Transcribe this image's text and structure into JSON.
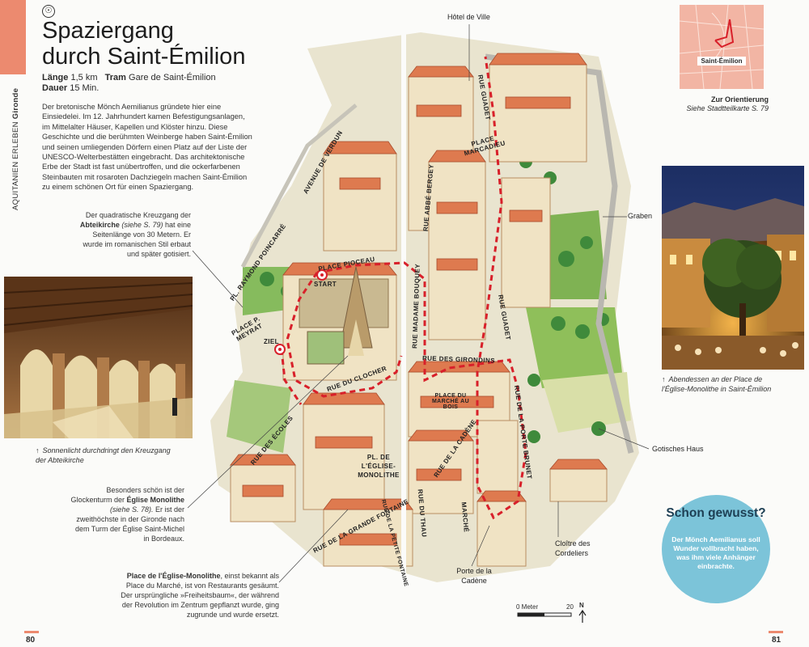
{
  "header": {
    "title_line1": "Spaziergang",
    "title_line2": "durch Saint-Émilion",
    "length_label": "Länge",
    "length_value": "1,5 km",
    "tram_label": "Tram",
    "tram_value": "Gare de Saint-Émilion",
    "duration_label": "Dauer",
    "duration_value": "15 Min."
  },
  "side_label": {
    "region": "AQUITANIEN ERLEBEN",
    "area": "Gironde"
  },
  "intro_text": "Der bretonische Mönch Aemilianus gründete hier eine Einsiedelei. Im 12. Jahrhundert kamen Befestigungsanlagen, im Mittelalter Häuser, Kapellen und Klöster hinzu. Diese Geschichte und die berühmten Weinberge haben Saint-Émilion und seinen umliegenden Dörfern einen Platz auf der Liste der UNESCO-Welterbestätten eingebracht. Das architektonische Erbe der Stadt ist fast unübertroffen, und die ockerfarbenen Steinbauten mit rosaroten Dachziegeln machen Saint-Émilion zu einem schönen Ort für einen Spaziergang.",
  "annotations": {
    "kreuzgang_pre": "Der quadratische Kreuzgang der",
    "kreuzgang_bold": "Abteikirche",
    "kreuzgang_ref": "(siehe S. 79)",
    "kreuzgang_post": "hat eine Seitenlänge von 30 Metern. Er wurde im romanischen Stil erbaut und später gotisiert.",
    "glocken_pre": "Besonders schön ist der Glockenturm der",
    "glocken_bold": "Église Monolithe",
    "glocken_ref": "(siehe S. 78).",
    "glocken_post": "Er ist der zweithöchste in der Gironde nach dem Turm der Église Saint-Michel in Bordeaux.",
    "place_bold": "Place de l'Église-Monolithe",
    "place_post": ", einst bekannt als Place du Marché, ist von Restaurants gesäumt. Der ursprüngliche »Freiheitsbaum«, der während der Revolution im Zentrum gepflanzt wurde, ging zugrunde und wurde ersetzt."
  },
  "captions": {
    "kreuzgang": "Sonnenlicht durchdringt den Kreuzgang der Abteikirche",
    "dinner": "Abendessen an der Place de l'Église-Monolithe in Saint-Émilion"
  },
  "map_labels": {
    "hotel_de_ville": "Hôtel de Ville",
    "graben": "Graben",
    "gotisches_haus": "Gotisches Haus",
    "cloitre": "Cloître des Cordeliers",
    "porte": "Porte de la Cadène",
    "rue_guadet_top": "RUE GUADET",
    "place_marcadieu": "PLACE MARCADIEU",
    "avenue_verdun": "AVENUE DE VERDUN",
    "rue_abbe_bergey": "RUE ABBÉ BERGEY",
    "pl_raymond": "PL. RAYMOND POINCARRÉ",
    "place_pioceau": "PLACE PIOCEAU",
    "start": "START",
    "place_meyrat": "PLACE P. MEYRAT",
    "ziel": "ZIEL",
    "rue_madame": "RUE MADAME BOUQUEY",
    "rue_guadet_mid": "RUE GUADET",
    "rue_girondins": "RUE DES GIRONDINS",
    "rue_clocher": "RUE DU CLOCHER",
    "place_marche": "PLACE DU MARCHÉ AU BOIS",
    "rue_ecoles": "RUE DES ÉCOLES",
    "rue_cadene": "RUE DE LA CADÈNE",
    "rue_porte_brunet": "RUE DE LA PORTE BRUNET",
    "pl_eglise": "PL. DE L'ÉGLISE-MONOLITHE",
    "rue_grande_fontaine": "RUE DE LA GRANDE FONTAINE",
    "rue_petite_fontaine": "RUE DE LA PETITE FONTAINE",
    "rue_thau": "RUE DU THAU",
    "marche": "MARCHÉ"
  },
  "scale": {
    "zero": "0 Meter",
    "max": "20",
    "north": "N"
  },
  "orientation": {
    "mini_label": "Saint-Émilion",
    "title": "Zur Orientierung",
    "ref": "Siehe Stadtteilkarte S. 79"
  },
  "info_box": {
    "title": "Schon gewusst?",
    "text": "Der Mönch Aemilianus soll Wunder vollbracht haben, was ihm viele Anhänger einbrachte."
  },
  "pages": {
    "left": "80",
    "right": "81"
  },
  "colors": {
    "accent": "#ec8a6f",
    "route": "#d8202a",
    "info": "#7cc4d9"
  }
}
